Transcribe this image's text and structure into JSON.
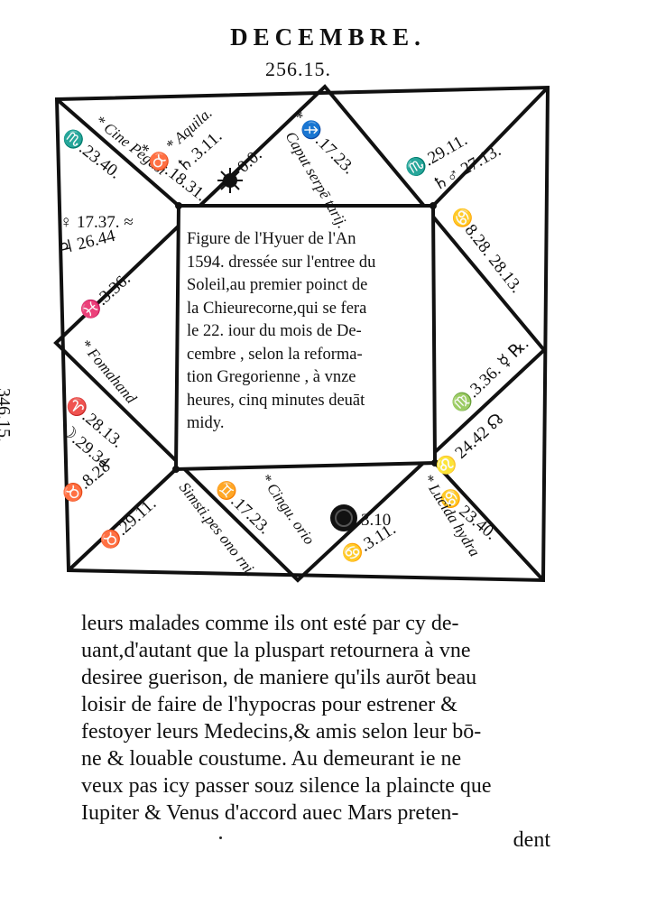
{
  "heading": "DECEMBRE.",
  "chart": {
    "top_degree": "256.15.",
    "left_degree": "346.15.",
    "cells": {
      "tl_1": "♏.23.40.",
      "tl_star": "* Cine Pegasi",
      "tl_2": "* ♉.18.31.",
      "top_aquila": "* Aquila.",
      "top_1": "♄.3.11.",
      "top_sun_deg": "0.0.",
      "top_2": "* ♐.17.23.",
      "top_star2": "Caput serpē tarij.",
      "tr_1": "♏.29.11.",
      "tr_2": "♄♂ 27.13.",
      "tr_3": "♋8.28. 28.13.",
      "l_1": "♀ 17.37. ≈",
      "l_2": "♃ 26.44",
      "l_3": "♓.3.36.",
      "l_star": "* Fomahand",
      "l_4": "♈.28.13.",
      "l_5": "☽.29.34",
      "l_6": "♉.8.28",
      "b_1": "♉.29.11.",
      "b_star1": "Simsti.pes ono rni.",
      "b_2": "♊.17.23.",
      "b_star2": "* Cingu. orio",
      "b_moon_deg": "3.10",
      "b_3": "♋.3.11.",
      "r_1": "♍.3.36. ☿ ℞.",
      "r_2": "♌ 24.42 ☊",
      "r_3": "♋ 23.40.",
      "r_star": "* Lucida hydra"
    }
  },
  "figure_caption": [
    "Figure de l'Hyuer de l'An",
    "1594. dressée sur l'entree du",
    "Soleil,au premier poinct de",
    "la Chieurecorne,qui se fera",
    "le 22. iour du mois de De-",
    "cembre , selon la reforma-",
    "tion Gregorienne , à vnze",
    "heures, cinq minutes deuāt",
    "midy."
  ],
  "body": [
    "leurs malades comme ils ont esté par cy de-",
    "uant,d'autant que la pluspart retournera à vne",
    "desiree guerison, de maniere qu'ils aurōt beau",
    "loisir de faire de l'hypocras pour estrener &",
    "festoyer leurs Medecins,& amis selon leur bō-",
    "ne & louable coustume. Au demeurant ie ne",
    "veux pas icy passer souz silence la plaincte que",
    "Iupiter & Venus d'accord auec Mars preten-",
    "",
    "dent"
  ]
}
